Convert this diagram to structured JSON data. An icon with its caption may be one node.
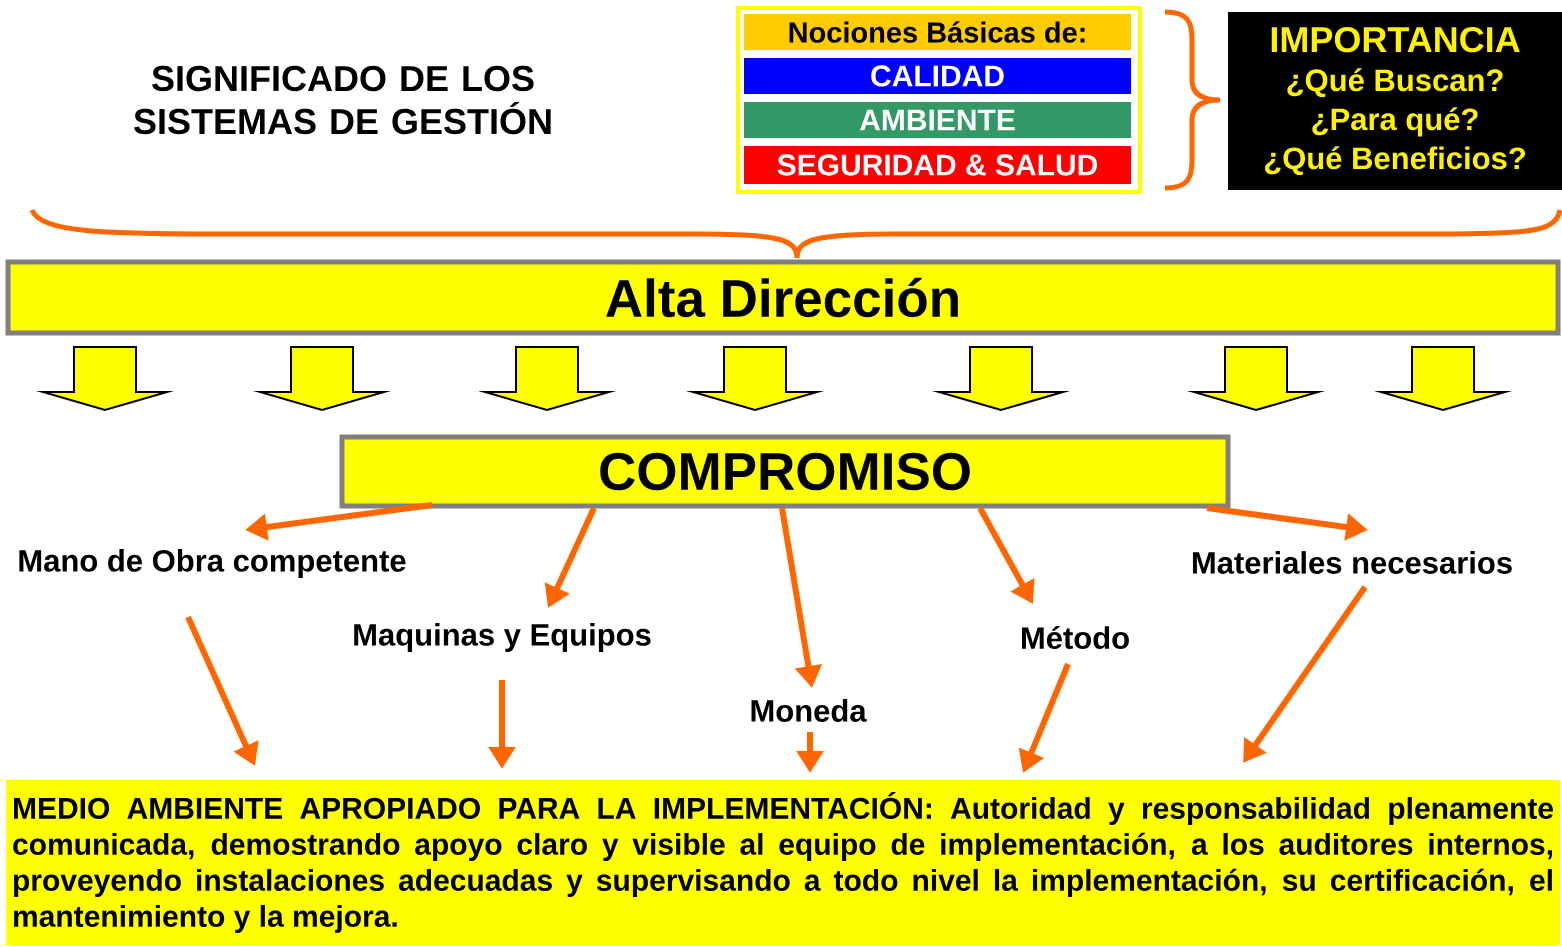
{
  "diagram": {
    "title": "SIGNIFICADO DE LOS SISTEMAS DE GESTIÓN",
    "nodes": [
      {
        "text": [],
        "shape": "box"
      },
      {
        "text": [
          "Nociones Básicas de:"
        ],
        "in": 0
      },
      {
        "text": [
          "CALIDAD"
        ],
        "in": 0
      },
      {
        "text": [
          "AMBIENTE"
        ],
        "in": 0
      },
      {
        "text": [
          "SEGURIDAD & SALUD"
        ],
        "in": 0
      },
      {
        "text": [
          "IMPORTANCIA",
          "¿Qué Buscan?",
          "¿Para qué?",
          "¿Qué Beneficios?"
        ]
      },
      {
        "text": [
          "Alta Dirección"
        ]
      },
      {
        "text": [
          "COMPROMISO"
        ]
      },
      {
        "text": [
          "Mano de Obra competente"
        ]
      },
      {
        "text": [
          "Maquinas y Equipos"
        ]
      },
      {
        "text": [
          "Moneda"
        ]
      },
      {
        "text": [
          "Método"
        ]
      },
      {
        "text": [
          "Materiales necesarios"
        ]
      },
      {
        "text": [
          "MEDIO AMBIENTE APROPIADO PARA LA IMPLEMENTACIÓN: Autoridad y responsabilidad plenamente comunicada, demostrando apoyo claro y visible al equipo de implementación, a los auditores internos, proveyendo instalaciones adecuadas y supervisando a todo nivel la implementación, su certificación, el mantenimiento y la mejora."
        ]
      }
    ],
    "edges": [
      {
        "from": 6,
        "to": null,
        "arrow": "to",
        "style": "thick",
        "color": "#ffff00"
      },
      {
        "from": 6,
        "to": 7,
        "arrow": "to",
        "style": "thick",
        "color": "#ffff00"
      },
      {
        "from": 6,
        "to": 7,
        "arrow": "to",
        "style": "thick",
        "color": "#ffff00"
      },
      {
        "from": 6,
        "to": 7,
        "arrow": "to",
        "style": "thick",
        "color": "#ffff00"
      },
      {
        "from": 6,
        "to": 7,
        "arrow": "to",
        "style": "thick",
        "color": "#ffff00"
      },
      {
        "from": 6,
        "to": 7,
        "arrow": "to",
        "style": "thick",
        "color": "#ffff00"
      },
      {
        "from": 6,
        "to": null,
        "arrow": "to",
        "style": "thick",
        "color": "#ffff00"
      },
      {
        "from": 7,
        "to": 8,
        "arrow": "to"
      },
      {
        "from": 7,
        "to": 9,
        "arrow": "to"
      },
      {
        "from": 7,
        "to": 10,
        "arrow": "to"
      },
      {
        "from": 7,
        "to": 11,
        "arrow": "to"
      },
      {
        "from": 7,
        "to": 12,
        "arrow": "to"
      },
      {
        "from": 8,
        "to": 13,
        "arrow": "to"
      },
      {
        "from": 9,
        "to": 13,
        "arrow": "to"
      },
      {
        "from": 10,
        "to": 13,
        "arrow": "to"
      },
      {
        "from": 11,
        "to": 13,
        "arrow": "to"
      },
      {
        "from": 12,
        "to": 13,
        "arrow": "to"
      }
    ]
  }
}
